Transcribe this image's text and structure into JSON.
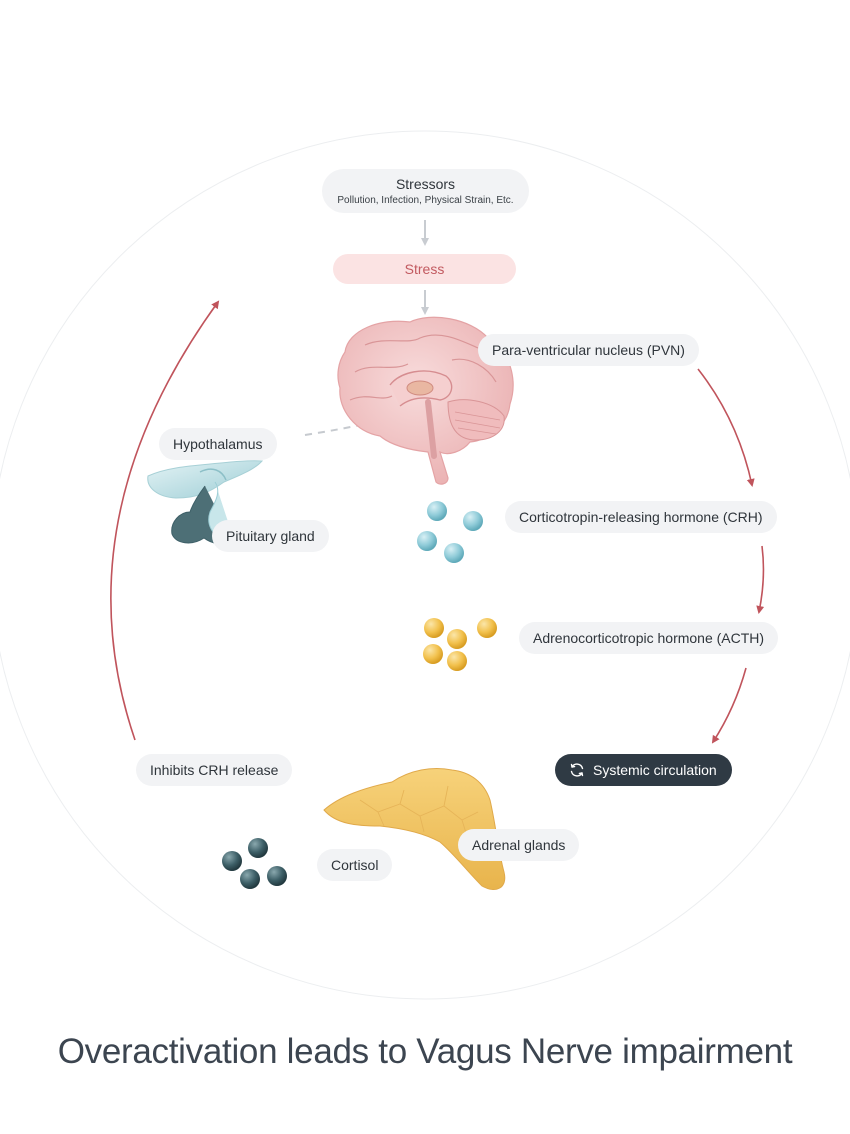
{
  "diagram": {
    "stressors": {
      "title": "Stressors",
      "subtitle": "Pollution, Infection, Physical Strain, Etc."
    },
    "stress_label": "Stress",
    "pvn_label": "Para-ventricular nucleus (PVN)",
    "hypothalamus_label": "Hypothalamus",
    "pituitary_label": "Pituitary gland",
    "crh_label": "Corticotropin-releasing hormone (CRH)",
    "acth_label": "Adrenocorticotropic hormone (ACTH)",
    "circulation_label": "Systemic circulation",
    "inhibits_label": "Inhibits CRH release",
    "adrenal_label": "Adrenal glands",
    "cortisol_label": "Cortisol",
    "footer_title": "Overactivation leads to Vagus Nerve impairment"
  },
  "colors": {
    "arrow_red": "#c0545c",
    "arrow_gray": "#c8ccd1",
    "crh_molecule": "#8fcbd8",
    "acth_molecule": "#f2c14d",
    "cortisol_molecule": "#3d5f67",
    "brain_pink": "#f2c4c4",
    "adrenal_yellow": "#f3c764",
    "pituitary_teal": "#bfe1e6"
  },
  "icons": {
    "circulation": "refresh-icon"
  }
}
